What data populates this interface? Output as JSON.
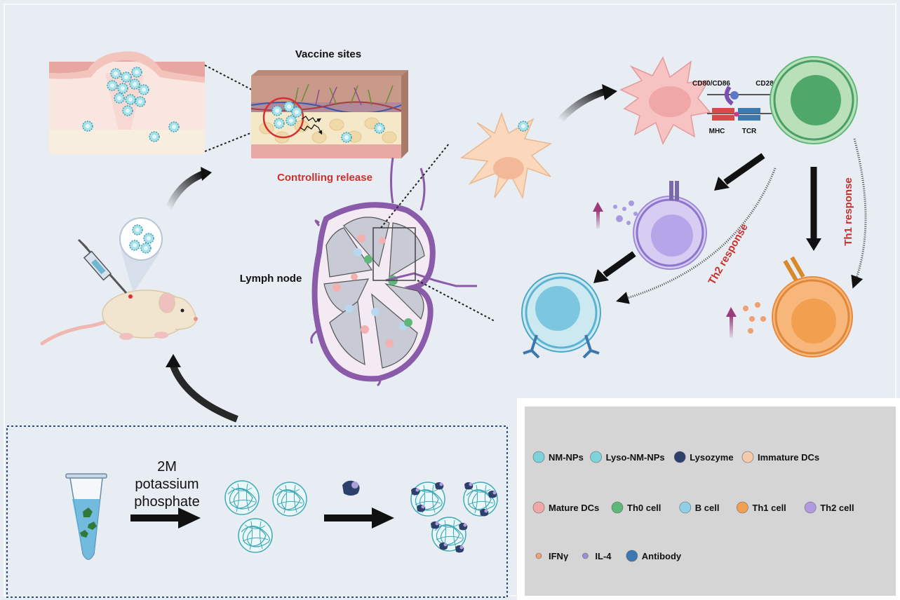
{
  "diagram": {
    "labels": {
      "vaccine_sites": "Vaccine sites",
      "controlling_release": "Controlling release",
      "lymph_node": "Lymph node",
      "cd80_cd86": "CD80/CD86",
      "cd28": "CD28",
      "mhc": "MHC",
      "tcr": "TCR",
      "th2_response": "Th2 response",
      "th1_response": "Th1 response",
      "reagent_line1": "2M",
      "reagent_line2": "potassium",
      "reagent_line3": "phosphate"
    },
    "legend": [
      {
        "name": "NM-NPs",
        "icon": "nm-np-icon",
        "color": "#7dd3dc"
      },
      {
        "name": "Lyso-NM-NPs",
        "icon": "lyso-nm-np-icon",
        "color": "#7dd3dc"
      },
      {
        "name": "Lysozyme",
        "icon": "lysozyme-icon",
        "color": "#2d3f6b"
      },
      {
        "name": "Immature DCs",
        "icon": "immature-dc-icon",
        "color": "#f6c9a8"
      },
      {
        "name": "Mature DCs",
        "icon": "mature-dc-icon",
        "color": "#f1a7a7"
      },
      {
        "name": "Th0 cell",
        "icon": "th0-cell-icon",
        "color": "#5fb87a"
      },
      {
        "name": "B cell",
        "icon": "b-cell-icon",
        "color": "#8fd0e8"
      },
      {
        "name": "Th1 cell",
        "icon": "th1-cell-icon",
        "color": "#f0a050"
      },
      {
        "name": "Th2 cell",
        "icon": "th2-cell-icon",
        "color": "#b09be0"
      },
      {
        "name": "IFNγ",
        "icon": "ifn-gamma-icon",
        "color": "#f0a070"
      },
      {
        "name": "IL-4",
        "icon": "il4-icon",
        "color": "#9b8fd8"
      },
      {
        "name": "Antibody",
        "icon": "antibody-icon",
        "color": "#3b78b0"
      }
    ],
    "colors": {
      "background": "#e8edf3",
      "legend_bg": "#d5d5d5",
      "accent_red": "#c8322e",
      "arrow": "#111111",
      "lymph_purple": "#8a5ba8"
    }
  }
}
